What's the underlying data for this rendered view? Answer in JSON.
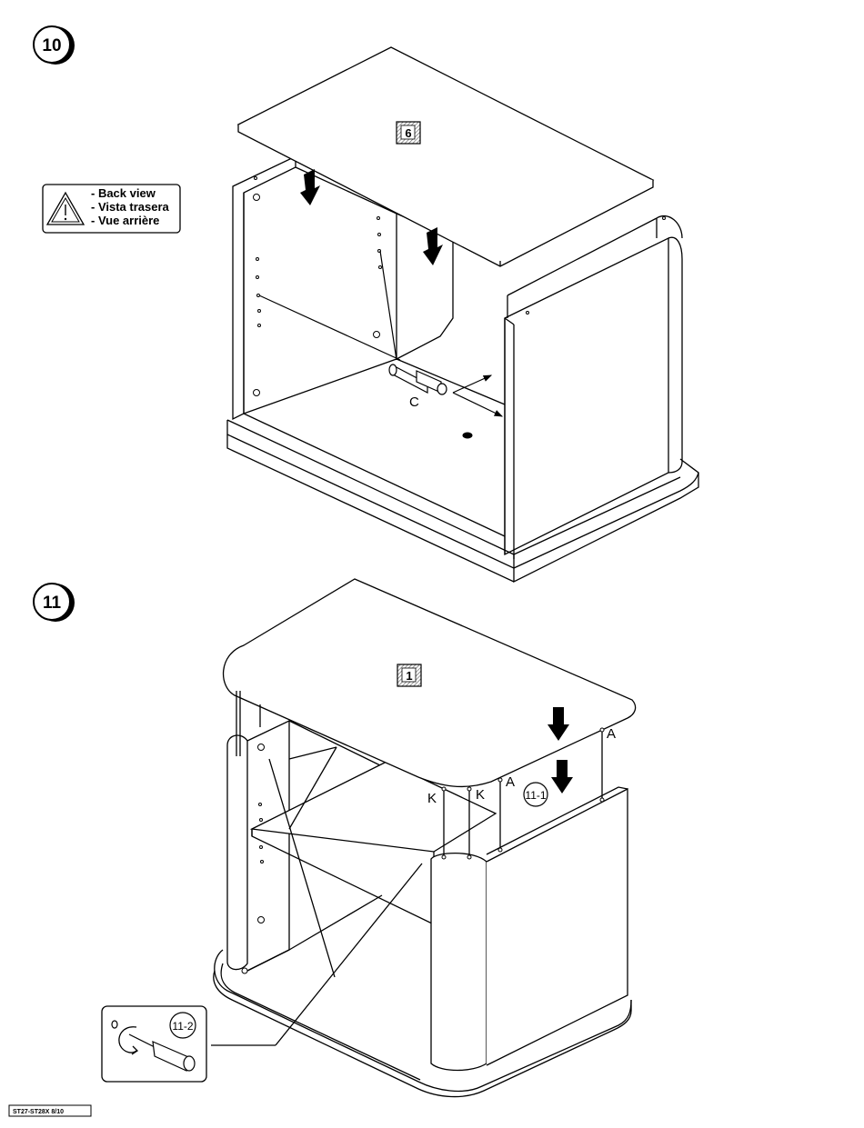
{
  "step10": {
    "number": "10",
    "part_label": "6",
    "hardware_label": "C",
    "warning": {
      "line1": "- Back view",
      "line2": "- Vista trasera",
      "line3": "- Vue arrière"
    }
  },
  "step11": {
    "number": "11",
    "part_label": "1",
    "hardware_labels": {
      "a_right": "A",
      "a_mid": "A",
      "k_left": "K",
      "k_right": "K"
    },
    "substep_1": "11-1",
    "substep_2": "11-2"
  },
  "footer": {
    "code": "ST27-ST28X  8/10"
  },
  "colors": {
    "line": "#000000",
    "background": "#ffffff",
    "hatch": "#555555"
  }
}
